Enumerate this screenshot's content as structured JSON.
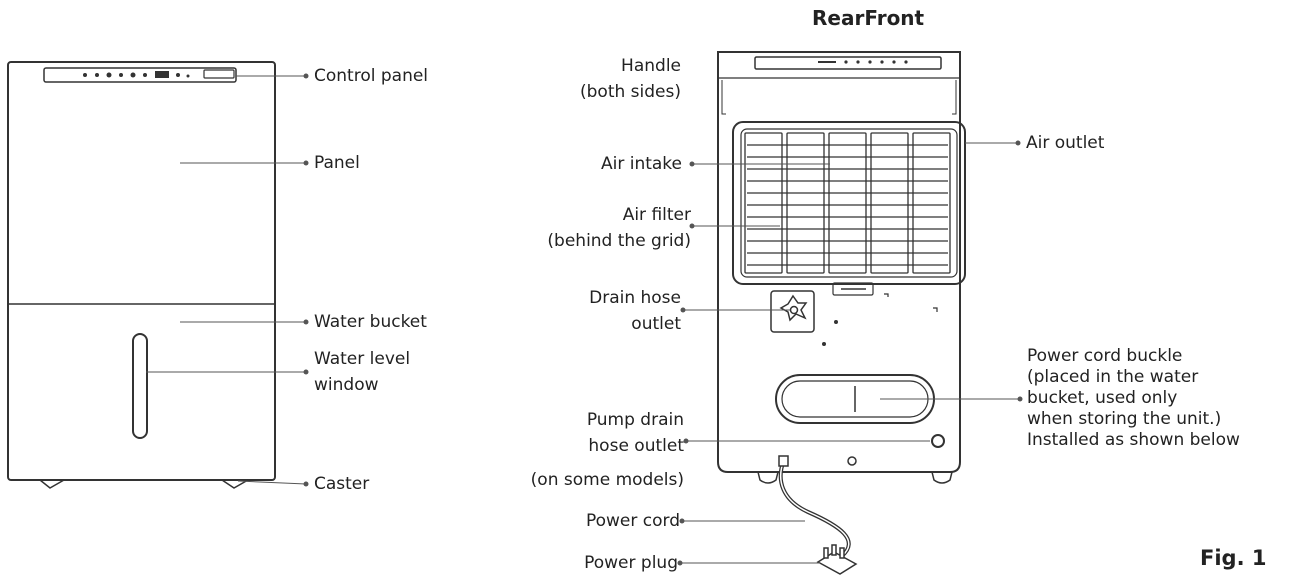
{
  "title": "RearFront",
  "figure_label": "Fig. 1",
  "front_labels": {
    "control_panel": "Control panel",
    "panel": "Panel",
    "water_bucket": "Water bucket",
    "water_level_window": [
      "Water level",
      "window"
    ],
    "caster": "Caster"
  },
  "rear_labels": {
    "handle": [
      "Handle",
      "(both sides)"
    ],
    "air_intake": "Air intake",
    "air_filter": [
      "Air filter",
      "(behind the grid)"
    ],
    "drain_hose_outlet": [
      "Drain hose",
      "outlet"
    ],
    "pump_drain": [
      "Pump drain",
      "hose outlet",
      "(on some models)"
    ],
    "power_cord": "Power cord",
    "power_plug": "Power plug",
    "air_outlet": "Air outlet",
    "power_cord_buckle": [
      "Power cord buckle",
      "(placed in the water",
      "bucket, used only",
      "when storing the unit.)",
      "Installed as shown below"
    ]
  }
}
